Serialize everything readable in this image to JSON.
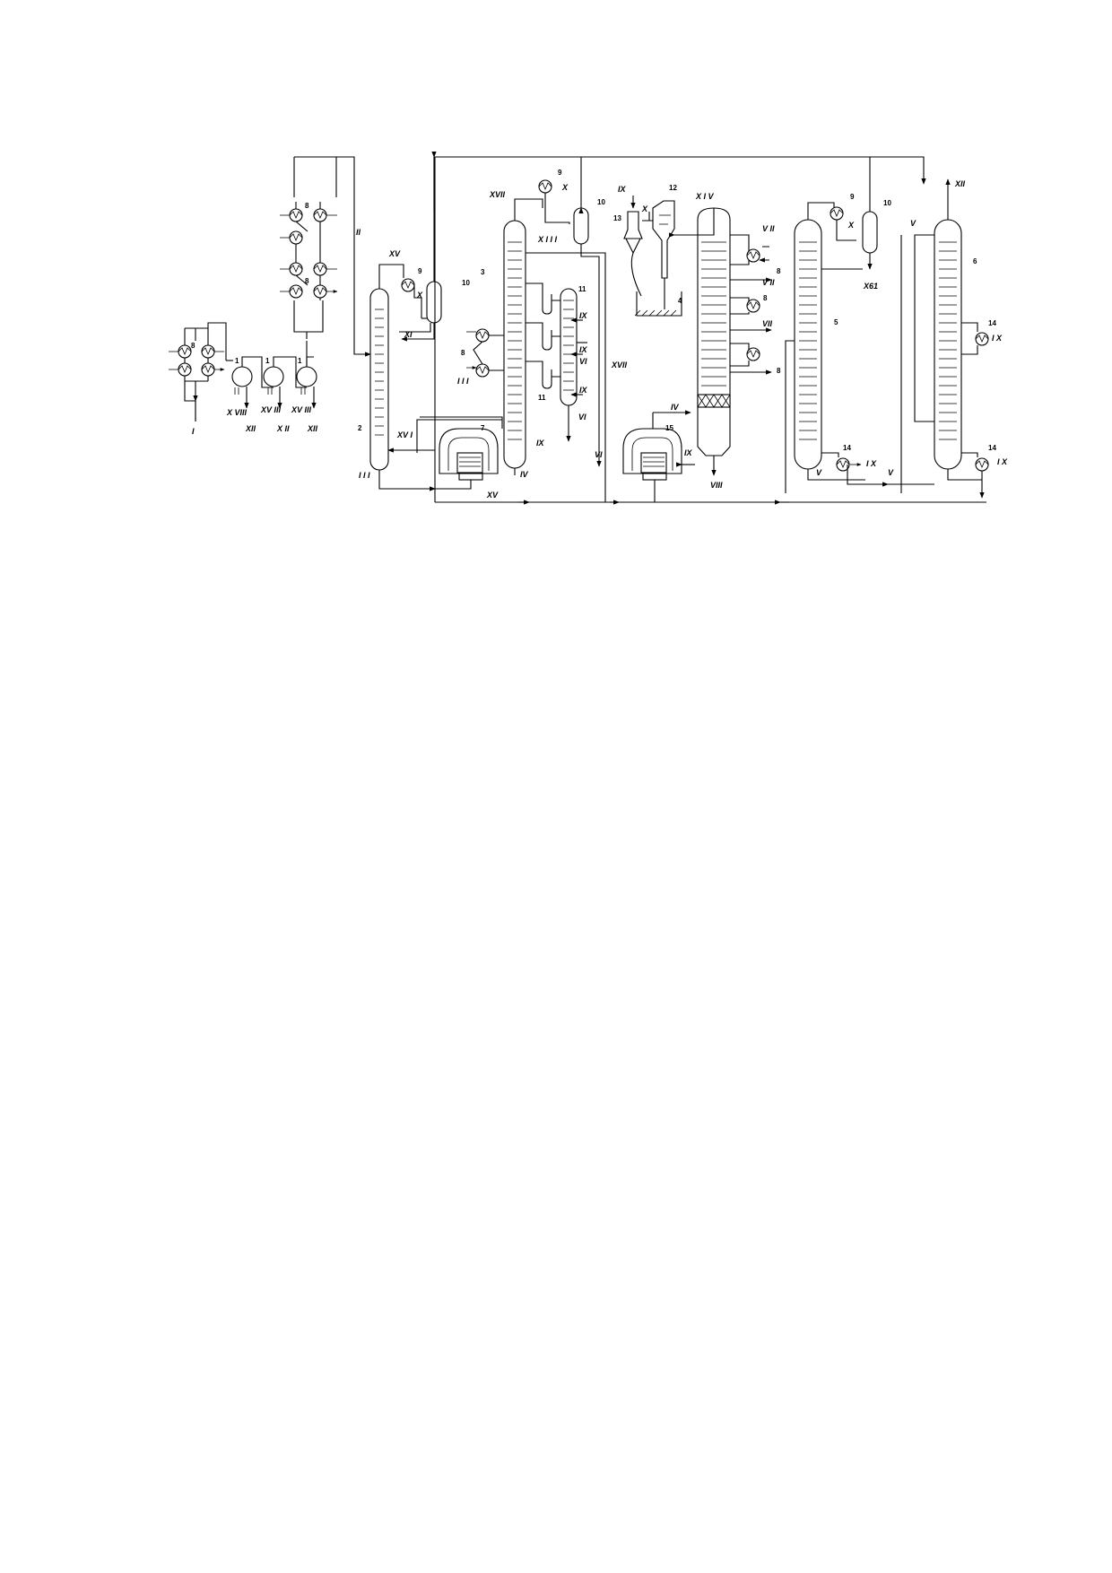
{
  "stream_labels": {
    "I": "I",
    "II": "II",
    "III": "I I I",
    "III_b": "I I I",
    "IV": "IV",
    "IV_b": "IV",
    "V": "V",
    "V_b": "V",
    "V_c": "V",
    "VI": "VI",
    "VI_b": "VI",
    "VI_c": "VI",
    "VII_1": "V II",
    "VII_2": "V II",
    "VII_3": "VII",
    "VIII": "VIII",
    "IX_1": "IX",
    "IX_2": "IX",
    "IX_3": "IX",
    "IX_4": "IX",
    "IX_5": "IX",
    "IX_6": "IX",
    "IX_7": "I X",
    "IX_8": "I X",
    "IX_9": "I X",
    "X_1": "X",
    "X_2": "X",
    "X_3": "X",
    "X_4": "X",
    "XI": "XI",
    "XII_1": "XII",
    "XII_2": "X II",
    "XII_3": "XII",
    "XII_4": "XII",
    "XIII": "X I I I",
    "XIV": "X I V",
    "XV_1": "XV",
    "XV_2": "XV",
    "XVI": "XV I",
    "XVII_1": "XVII",
    "XVII_2": "XVII",
    "XVIII_1": "X VIII",
    "XVIII_2": "XV III",
    "XVIII_3": "XV III",
    "XVI_b": "X61"
  },
  "equipment_numbers": {
    "n1a": "1",
    "n1b": "1",
    "n1c": "1",
    "n2": "2",
    "n3": "3",
    "n4": "4",
    "n5": "5",
    "n6": "6",
    "n7": "7",
    "n8a": "8",
    "n8b": "8",
    "n8c": "8",
    "n8d": "8",
    "n8e": "8",
    "n8f": "8",
    "n8g": "8",
    "n9a": "9",
    "n9b": "9",
    "n9c": "9",
    "n10a": "10",
    "n10b": "10",
    "n10c": "10",
    "n11a": "11",
    "n11b": "11",
    "n12": "12",
    "n13": "13",
    "n14a": "14",
    "n14b": "14",
    "n14c": "14",
    "n15": "15"
  }
}
